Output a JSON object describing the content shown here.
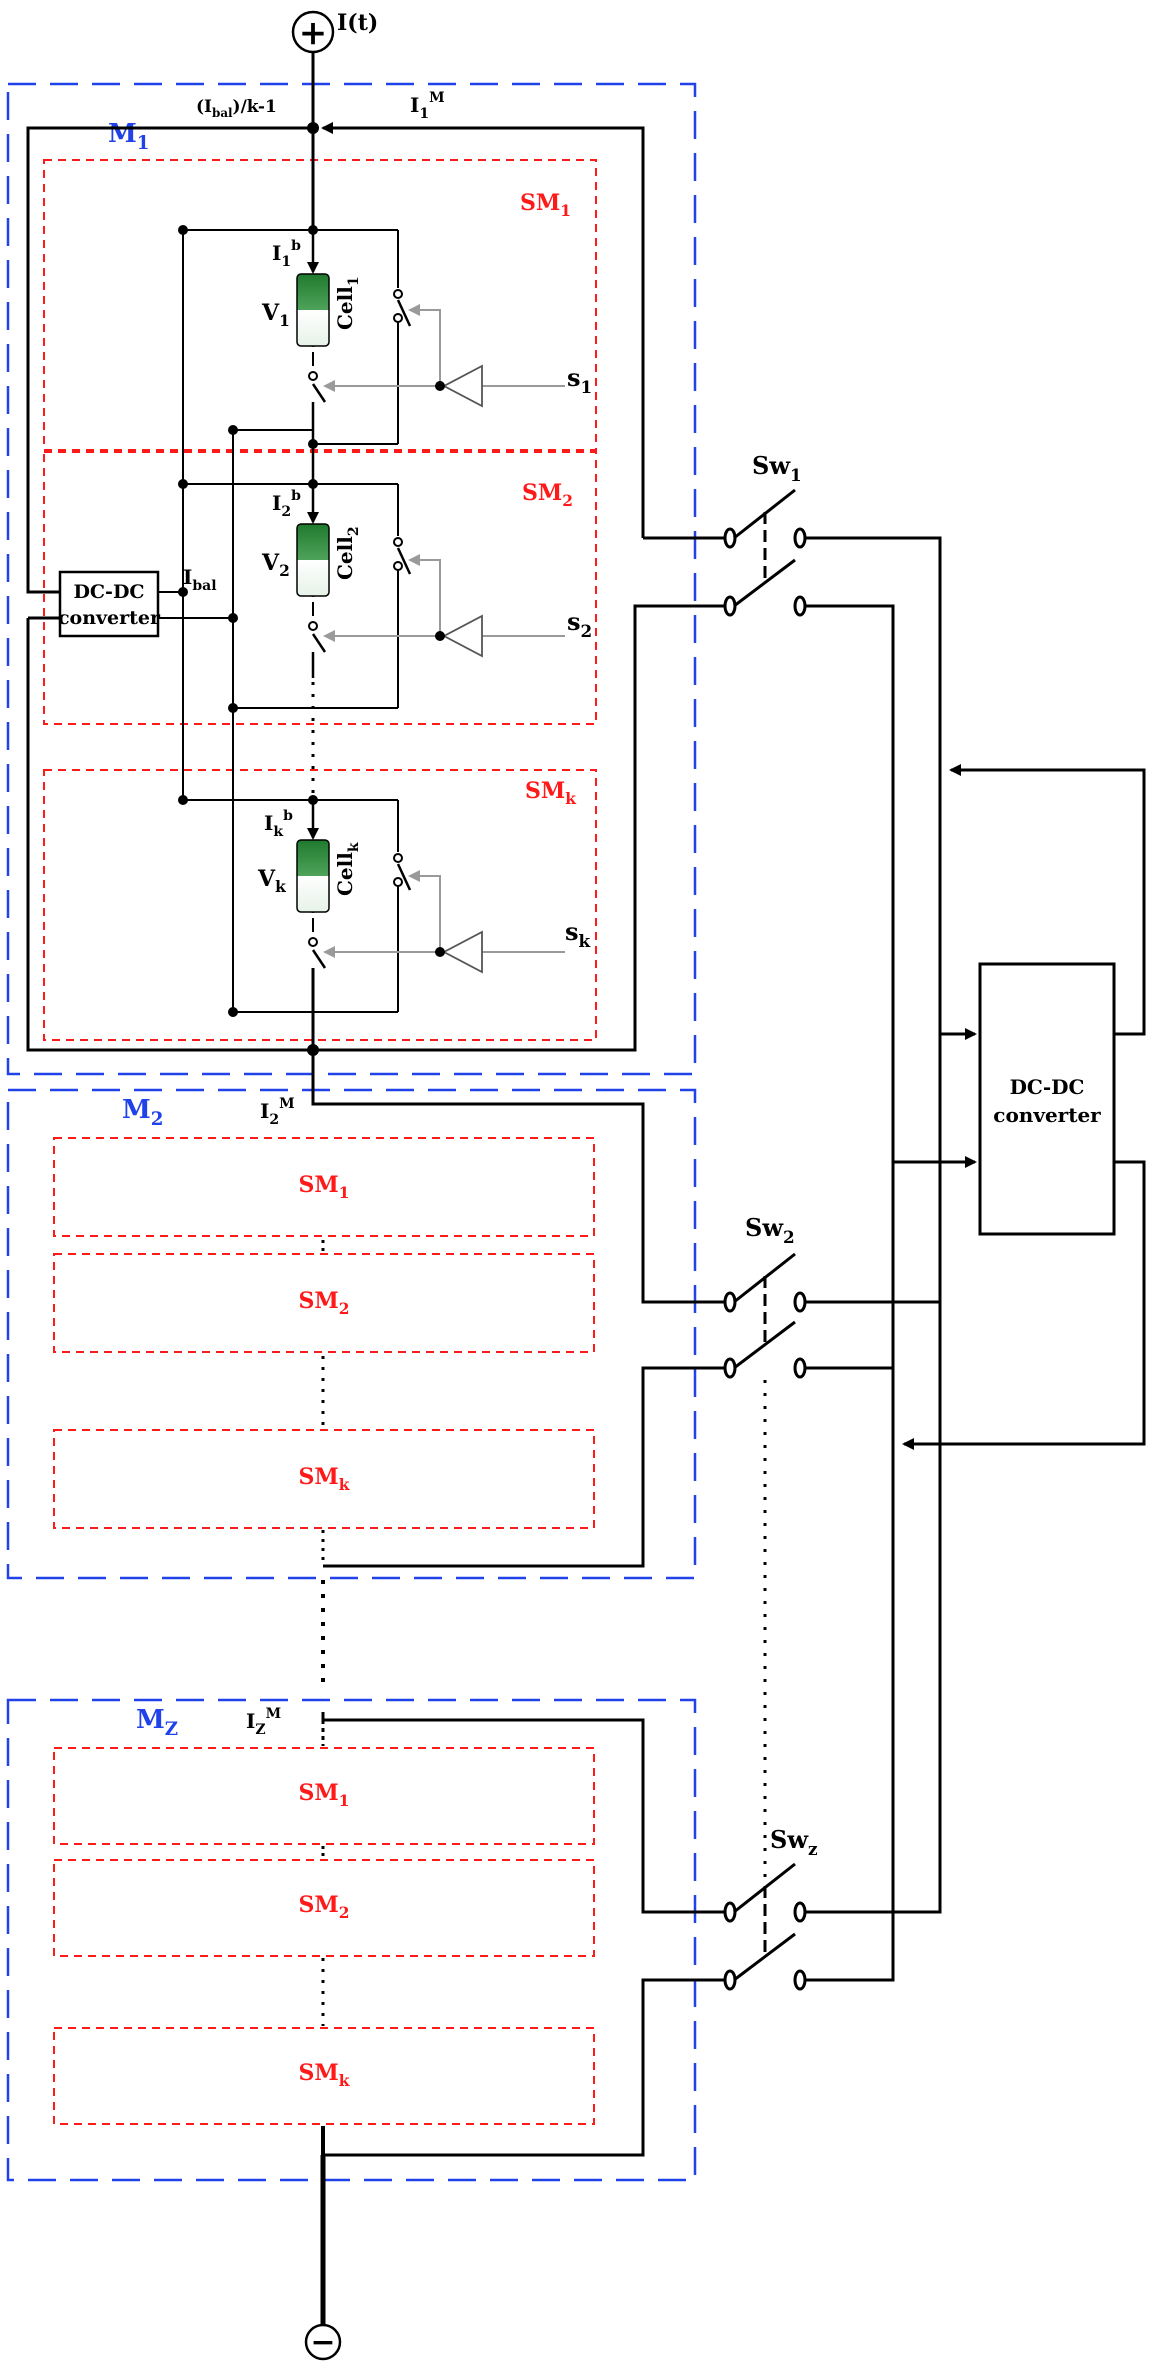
{
  "terminals": {
    "positive_symbol": "+",
    "negative_symbol": "−",
    "input_current": "I(t)"
  },
  "colors": {
    "module_border": "#2142e8",
    "submodule_border": "#ff1a1a",
    "module_label": "#2142e8",
    "submodule_label": "#ff1a1a",
    "wire": "#000000",
    "control_wire": "#9a9a9a",
    "cell_fill_top": "#1f7a2e",
    "cell_fill_bottom": "#ffffff"
  },
  "module1": {
    "name": "M",
    "name_sub": "1",
    "balance_current": "(I",
    "balance_current_sub": "bal",
    "balance_current_suffix": ")/k-1",
    "module_current": "I",
    "module_current_sub": "1",
    "module_current_sup": "M",
    "ibal": "I",
    "ibal_sub": "bal",
    "converter_line1": "DC-DC",
    "converter_line2": "converter",
    "submodules": [
      {
        "name": "SM",
        "sub": "1",
        "current": "I",
        "current_sub": "1",
        "current_sup": "b",
        "voltage": "V",
        "voltage_sub": "1",
        "cell": "Cell",
        "cell_sub": "1",
        "signal": "s",
        "signal_sub": "1"
      },
      {
        "name": "SM",
        "sub": "2",
        "current": "I",
        "current_sub": "2",
        "current_sup": "b",
        "voltage": "V",
        "voltage_sub": "2",
        "cell": "Cell",
        "cell_sub": "2",
        "signal": "s",
        "signal_sub": "2"
      },
      {
        "name": "SM",
        "sub": "k",
        "current": "I",
        "current_sub": "k",
        "current_sup": "b",
        "voltage": "V",
        "voltage_sub": "k",
        "cell": "Cell",
        "cell_sub": "k",
        "signal": "s",
        "signal_sub": "k"
      }
    ]
  },
  "module2": {
    "name": "M",
    "name_sub": "2",
    "module_current": "I",
    "module_current_sub": "2",
    "module_current_sup": "M",
    "submodules": [
      {
        "name": "SM",
        "sub": "1"
      },
      {
        "name": "SM",
        "sub": "2"
      },
      {
        "name": "SM",
        "sub": "k"
      }
    ]
  },
  "moduleZ": {
    "name": "M",
    "name_sub": "Z",
    "module_current": "I",
    "module_current_sub": "Z",
    "module_current_sup": "M",
    "submodules": [
      {
        "name": "SM",
        "sub": "1"
      },
      {
        "name": "SM",
        "sub": "2"
      },
      {
        "name": "SM",
        "sub": "k"
      }
    ]
  },
  "switches": [
    {
      "name": "Sw",
      "sub": "1"
    },
    {
      "name": "Sw",
      "sub": "2"
    },
    {
      "name": "Sw",
      "sub": "z"
    }
  ],
  "main_converter": {
    "line1": "DC-DC",
    "line2": "converter"
  }
}
